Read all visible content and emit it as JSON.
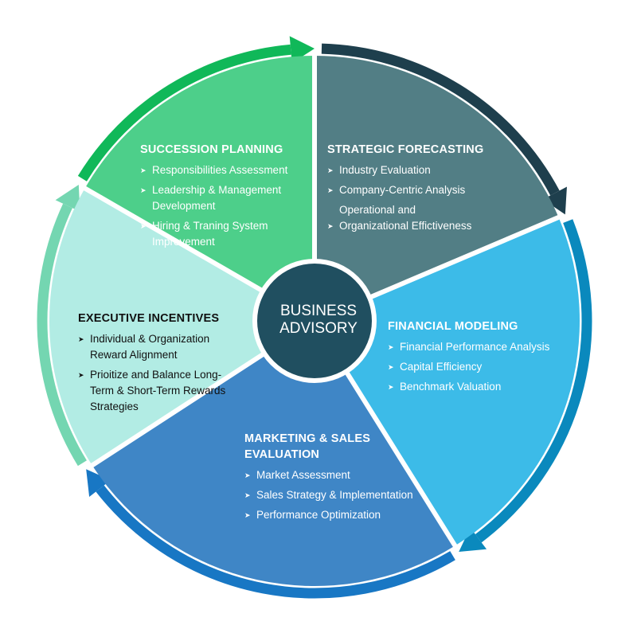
{
  "center": {
    "line1": "BUSINESS",
    "line2": "ADVISORY"
  },
  "segments": [
    {
      "id": "succession",
      "title": "SUCCESSION PLANNING",
      "color": "#4dcf8a",
      "arrow_color": "#10b859",
      "items": [
        {
          "text": "Responsibilities Assessment",
          "bullet": true
        },
        {
          "text": "Leadership & Management Development",
          "bullet": true
        },
        {
          "text": "Hiring & Traning System Improvement",
          "bullet": true
        }
      ]
    },
    {
      "id": "strategic",
      "title": "STRATEGIC FORECASTING",
      "color": "#527e85",
      "arrow_color": "#1e3f4d",
      "items": [
        {
          "text": "Industry Evaluation",
          "bullet": true
        },
        {
          "text": "Company-Centric Analysis",
          "bullet": true
        },
        {
          "text": "Operational and",
          "bullet": false
        },
        {
          "text": "Organizational Effictiveness",
          "bullet": true
        }
      ]
    },
    {
      "id": "financial",
      "title": "FINANCIAL MODELING",
      "color": "#3cbbe8",
      "arrow_color": "#0a89bd",
      "items": [
        {
          "text": "Financial Performance Analysis",
          "bullet": true
        },
        {
          "text": "Capital Efficiency",
          "bullet": true
        },
        {
          "text": "Benchmark Valuation",
          "bullet": true
        }
      ]
    },
    {
      "id": "marketing",
      "title": "MARKETING & SALES EVALUATION",
      "color": "#3f86c6",
      "arrow_color": "#1877c4",
      "items": [
        {
          "text": "Market Assessment",
          "bullet": true
        },
        {
          "text": "Sales Strategy & Implementation",
          "bullet": true
        },
        {
          "text": "Performance Optimization",
          "bullet": true
        }
      ]
    },
    {
      "id": "executive",
      "title": "EXECUTIVE INCENTIVES",
      "color": "#b2ece4",
      "arrow_color": "#74d6b1",
      "items": [
        {
          "text": "Individual & Organization Reward Alignment",
          "bullet": true
        },
        {
          "text": "Prioitize and Balance Long-Term & Short-Term Rewards Strategies",
          "bullet": true
        }
      ]
    }
  ],
  "hub": {
    "fill": "#204f60",
    "ring": "#ffffff"
  },
  "bullet_glyph": "➤"
}
